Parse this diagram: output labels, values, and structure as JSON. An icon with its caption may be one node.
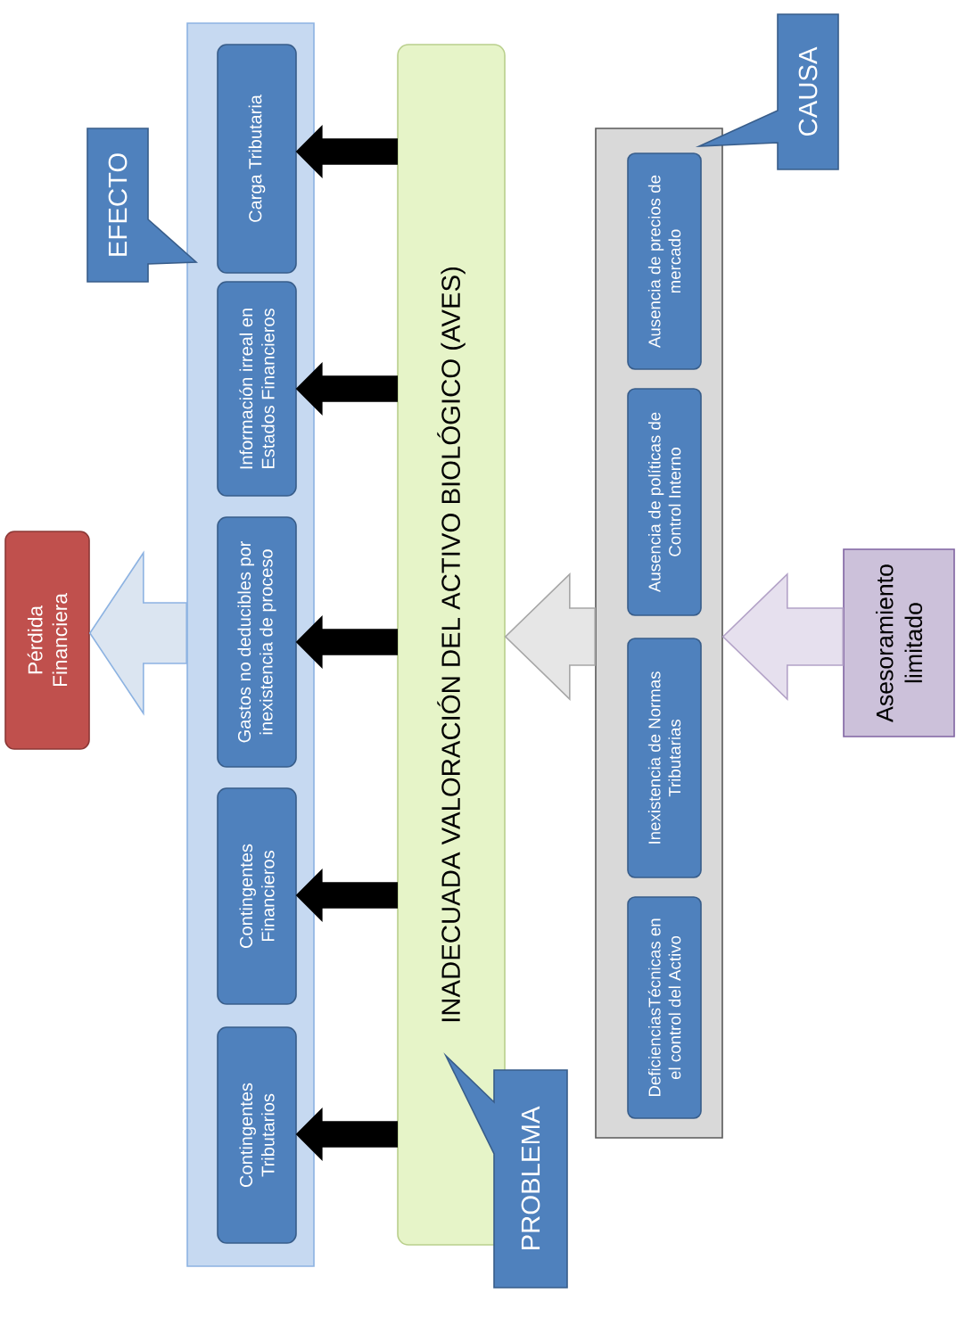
{
  "diagram": {
    "nodes": [
      {
        "text": [
          "Pérdida Financiera"
        ]
      },
      {
        "text": [],
        "shape": "box"
      },
      {
        "text": [
          "Contingentes Tributarios"
        ],
        "in": 1
      },
      {
        "text": [
          "Contingentes Financieros"
        ],
        "in": 1
      },
      {
        "text": [
          "Gastos no deducibles por inexistencia de proceso"
        ],
        "in": 1
      },
      {
        "text": [
          "Información irreal en Estados Financieros"
        ],
        "in": 1
      },
      {
        "text": [
          "Carga Tributaria"
        ],
        "in": 1
      },
      {
        "text": [
          "EFECTO"
        ]
      },
      {
        "text": [
          "INADECUADA VALORACIÓN DEL ACTIVO BIOLÓGICO (AVES)"
        ]
      },
      {
        "text": [
          "PROBLEMA"
        ]
      },
      {
        "text": [],
        "shape": "box"
      },
      {
        "text": [
          "DeficienciasTécnicas en el control del Activo"
        ],
        "in": 10
      },
      {
        "text": [
          "Inexistencia de Normas Tributarias"
        ],
        "in": 10
      },
      {
        "text": [
          "Ausencia de políticas de Control Interno"
        ],
        "in": 10
      },
      {
        "text": [
          "Ausencia de precios de mercado"
        ],
        "in": 10
      },
      {
        "text": [
          "CAUSA"
        ]
      },
      {
        "text": [
          "Asesoramiento limitado"
        ]
      }
    ],
    "edges": [
      {
        "from": 1,
        "to": 0,
        "arrow": "to",
        "color": "#dbe5f1"
      },
      {
        "from": 8,
        "to": 2,
        "arrow": "to"
      },
      {
        "from": 8,
        "to": 3,
        "arrow": "to"
      },
      {
        "from": 8,
        "to": 4,
        "arrow": "to"
      },
      {
        "from": 8,
        "to": 5,
        "arrow": "to"
      },
      {
        "from": 8,
        "to": 6,
        "arrow": "to"
      },
      {
        "from": 10,
        "to": 8,
        "arrow": "to",
        "color": "#e6e6e6"
      },
      {
        "from": 16,
        "to": 10,
        "arrow": "to",
        "color": "#e6e0ee"
      }
    ]
  }
}
